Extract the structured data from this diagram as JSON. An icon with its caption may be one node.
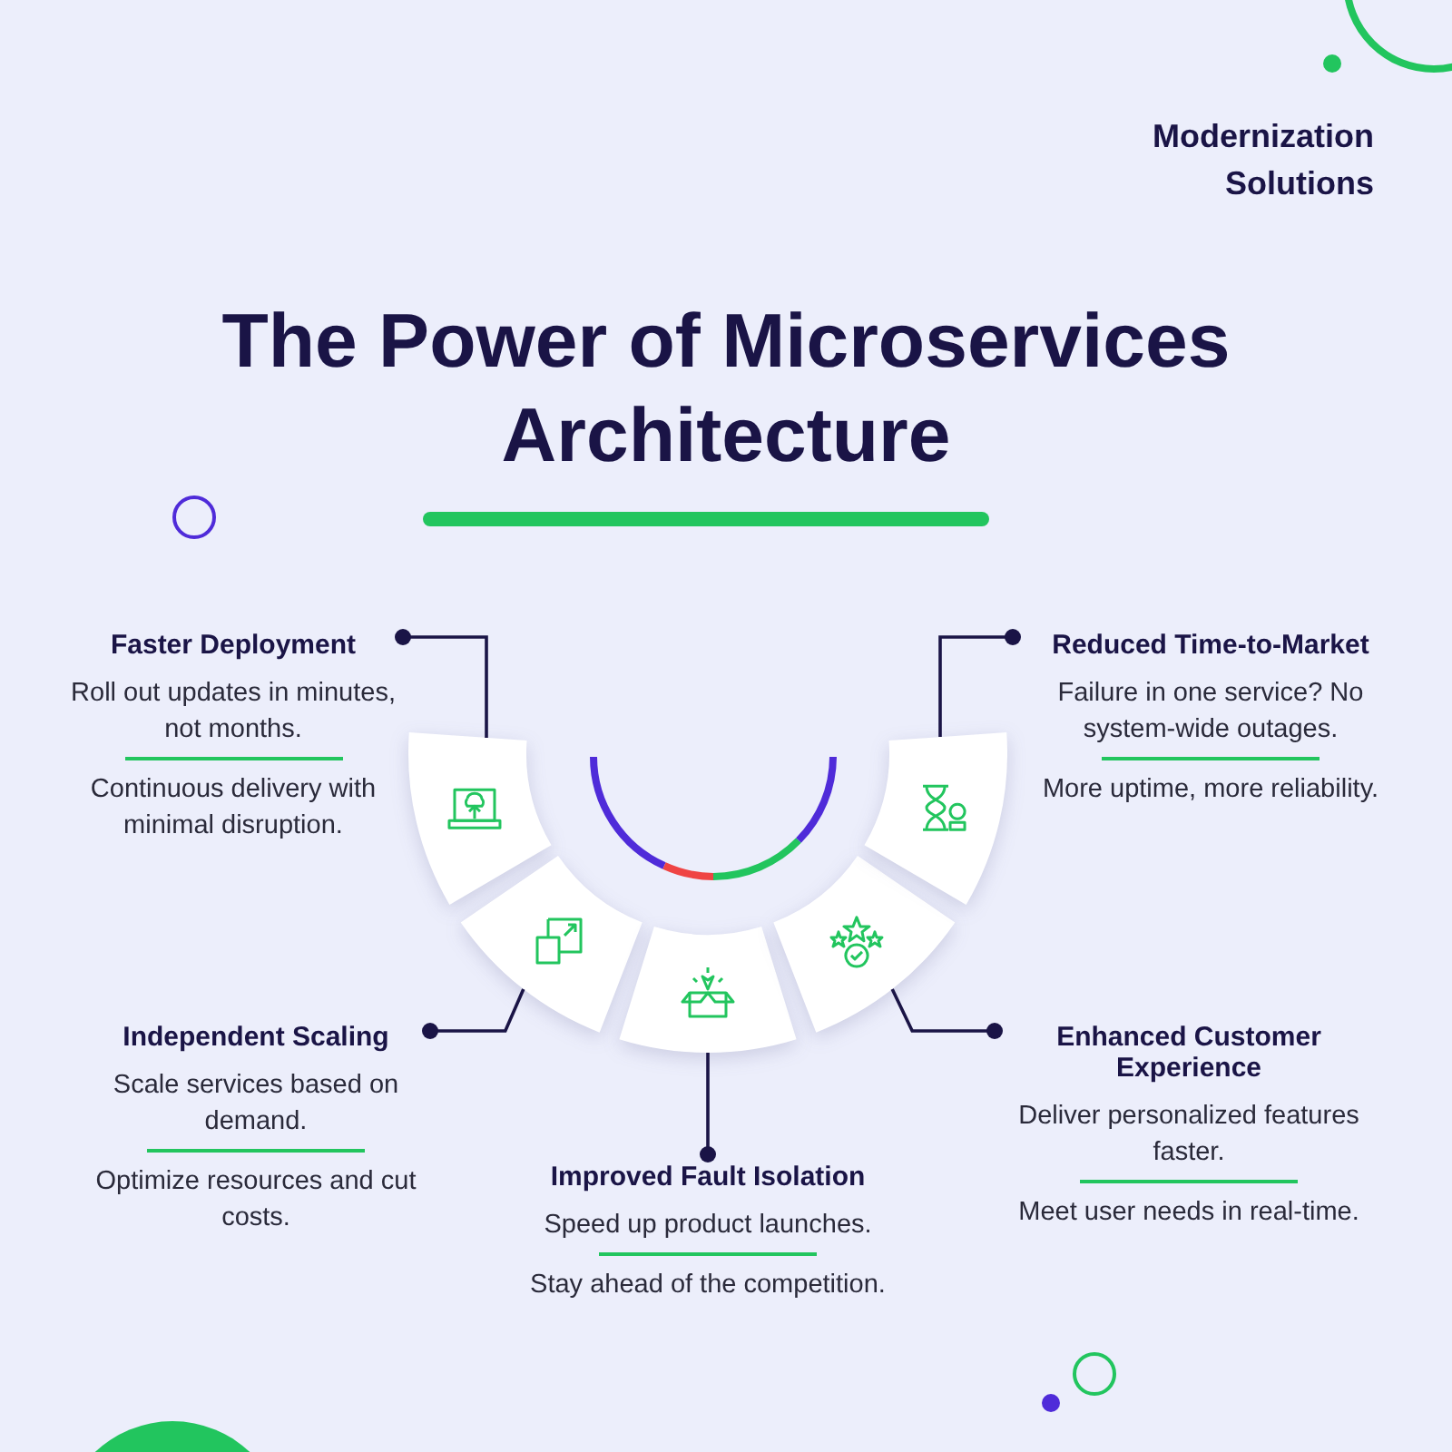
{
  "diagram": {
    "title": "The Power of Microservices Architecture",
    "nodes": [
      {
        "text": [
          "Faster Deployment",
          "Roll out updates in minutes, not months.",
          "Continuous delivery with minimal disruption."
        ]
      },
      {
        "text": [
          "Reduced Time-to-Market",
          "Failure in one service? No system-wide outages.",
          "More uptime, more reliability."
        ]
      },
      {
        "text": [],
        "shape": "picture"
      },
      {
        "text": [],
        "shape": "picture"
      },
      {
        "text": [],
        "shape": "picture"
      },
      {
        "text": [],
        "shape": "picture"
      },
      {
        "text": [],
        "shape": "picture"
      },
      {
        "text": [
          "Independent Scaling",
          "Scale services based on demand.",
          "Optimize resources and cut costs."
        ]
      },
      {
        "text": [
          "Enhanced Customer Experience",
          "Deliver personalized features faster.",
          "Meet user needs in real-time."
        ]
      },
      {
        "text": [
          "Improved Fault Isolation",
          "Speed up product launches.",
          "Stay ahead of the competition."
        ]
      }
    ],
    "edges": [
      {
        "from": 0,
        "to": 2,
        "arrow": "other"
      },
      {
        "from": 1,
        "to": 6,
        "arrow": "other"
      },
      {
        "from": 7,
        "to": 3,
        "arrow": "other"
      },
      {
        "from": 8,
        "to": 5,
        "arrow": "other"
      },
      {
        "from": 9,
        "to": 4,
        "arrow": "other"
      }
    ],
    "labels": [
      "Modernization Solutions"
    ]
  }
}
